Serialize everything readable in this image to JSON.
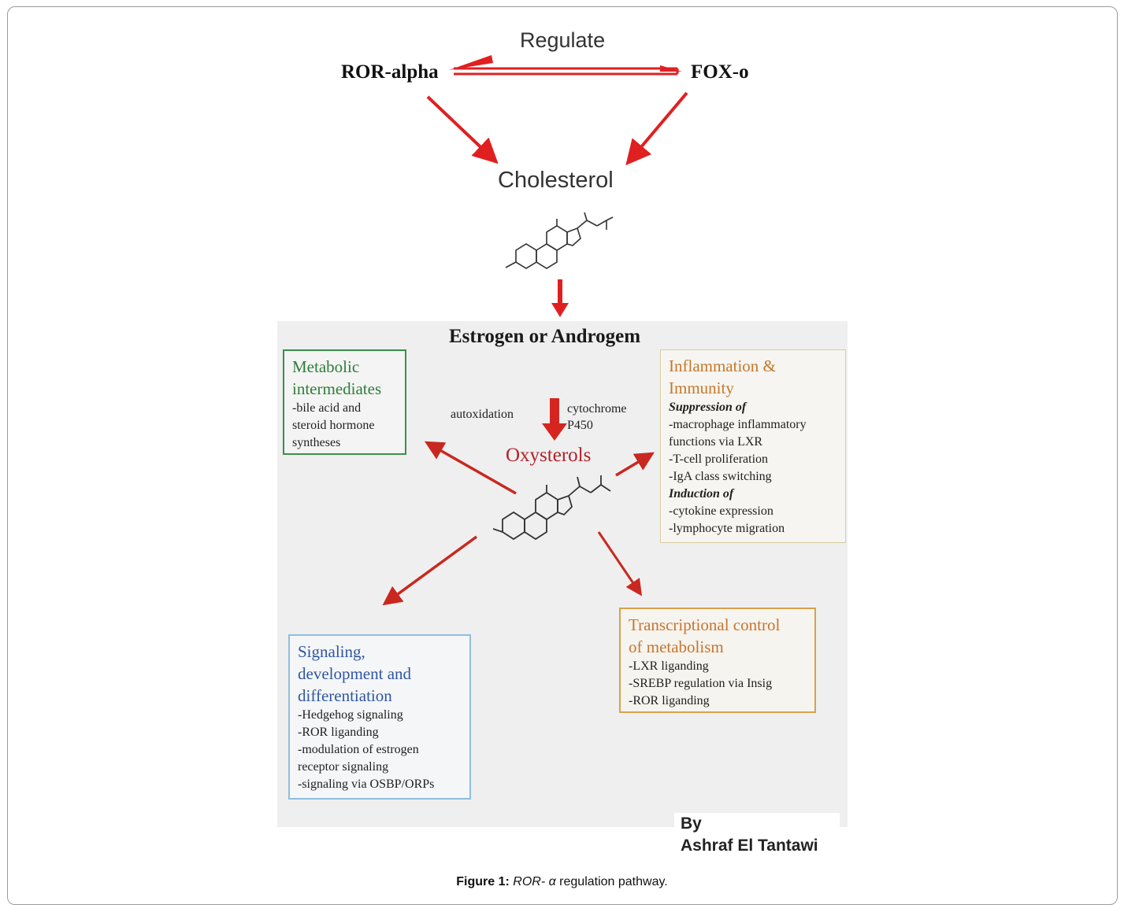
{
  "top": {
    "left_node": "ROR-alpha",
    "right_node": "FOX-o",
    "relation": "Regulate",
    "target": "Cholesterol"
  },
  "panel": {
    "heading": "Estrogen or Androgem",
    "left_path": "autoxidation",
    "right_path_1": "cytochrome",
    "right_path_2": "P450",
    "center": "Oxysterols"
  },
  "boxes": {
    "metabolic": {
      "title_1": "Metabolic",
      "title_2": "intermediates",
      "lines": [
        "-bile acid and",
        "steroid hormone",
        "syntheses"
      ]
    },
    "inflammation": {
      "title_1": "Inflammation &",
      "title_2": "Immunity",
      "sub_1": "Suppression of",
      "lines_1": [
        "-macrophage inflammatory",
        "functions via LXR",
        "-T-cell proliferation",
        "-IgA class switching"
      ],
      "sub_2": "Induction of",
      "lines_2": [
        "-cytokine expression",
        "-lymphocyte migration"
      ]
    },
    "signaling": {
      "title_1": "Signaling,",
      "title_2": "development and",
      "title_3": "differentiation",
      "lines": [
        "-Hedgehog signaling",
        "-ROR liganding",
        "-modulation of estrogen",
        "receptor signaling",
        "-signaling via OSBP/ORPs"
      ]
    },
    "transcription": {
      "title_1": "Transcriptional control",
      "title_2": "of metabolism",
      "lines": [
        "-LXR liganding",
        "-SREBP regulation via Insig",
        "-ROR liganding"
      ]
    }
  },
  "credit": {
    "line_1": "By",
    "line_2": "Ashraf El Tantawi"
  },
  "caption": {
    "label": "Figure 1:",
    "text_italic": "ROR- α",
    "text": " regulation pathway."
  },
  "colors": {
    "arrow_red": "#e02020",
    "arrow_dark_red": "#c8281f"
  }
}
